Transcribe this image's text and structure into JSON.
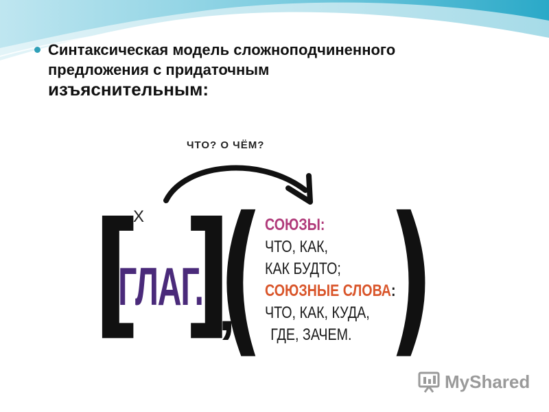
{
  "title": {
    "line1": "Синтаксическая  модель  сложноподчиненного",
    "line2": "предложения  с придаточным",
    "line3": "изъяснительным:"
  },
  "diagram": {
    "question": "ЧТО?   О ЧЁМ?",
    "marker": "Х",
    "verb": "ГЛАГ.",
    "conjunctions_heading": "СОЮЗЫ:",
    "conjunctions_line1": "ЧТО,  КАК,",
    "conjunctions_line2": "КАК БУДТО;",
    "conj_words_heading": "СОЮЗНЫЕ СЛОВА",
    "conj_words_colon": ":",
    "conj_words_line1": "ЧТО,  КАК,  КУДА,",
    "conj_words_line2": "ГДЕ,   ЗАЧЕМ."
  },
  "logo": {
    "text": "MyShared",
    "icon": "presentation-board-icon"
  },
  "colors": {
    "verb": "#4a2a7a",
    "conjunctions": "#b03a7a",
    "conj_words": "#d9552a",
    "bullet": "#2fa0b8"
  }
}
